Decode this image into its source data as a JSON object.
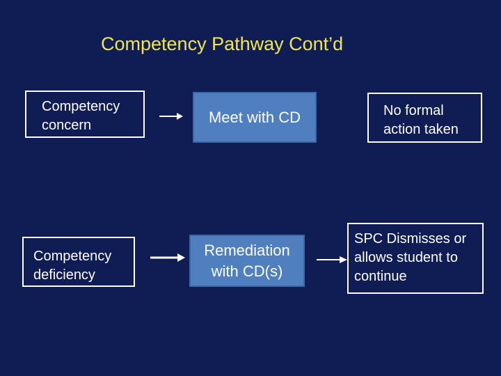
{
  "slide": {
    "title": "Competency Pathway Cont’d"
  },
  "row1": {
    "box1": {
      "line1": "Competency",
      "line2": "concern"
    },
    "box2": {
      "text": "Meet with CD"
    },
    "box3": {
      "line1": "No formal",
      "line2": "action taken"
    }
  },
  "row2": {
    "box1": {
      "line1": "Competency",
      "line2": "deficiency"
    },
    "box2": {
      "line1": "Remediation",
      "line2": "with CD(s)"
    },
    "box3": {
      "line1": "SPC Dismisses or",
      "line2": "allows student to",
      "line3": "continue"
    }
  },
  "colors": {
    "background": "#0f1d54",
    "title": "#f2e64a",
    "box_fill": "#4f7fbf",
    "outline": "#ffffff"
  }
}
